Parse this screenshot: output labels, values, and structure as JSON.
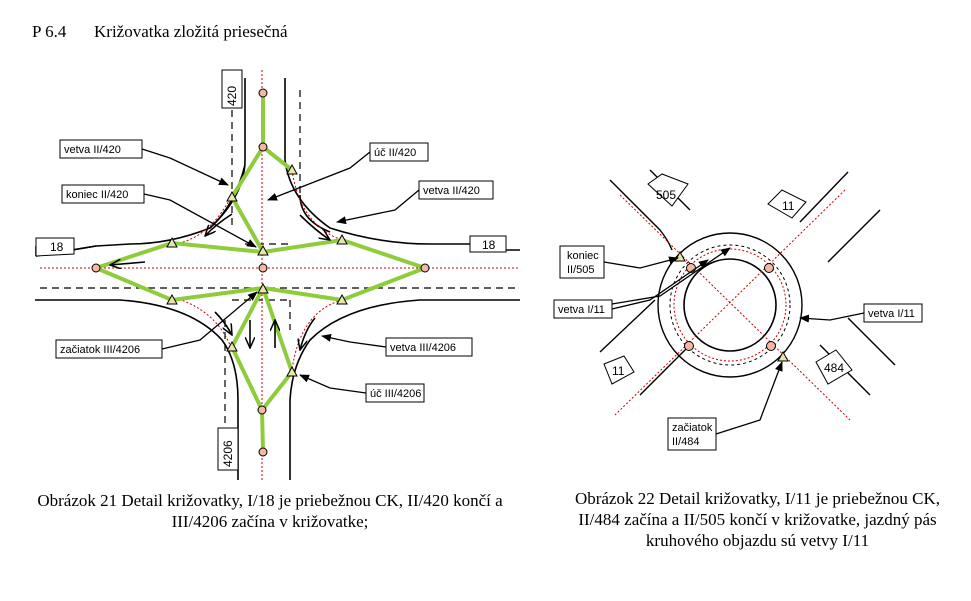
{
  "heading": {
    "number": "P 6.4",
    "title": "Križovatka zložitá priesečná"
  },
  "figure1": {
    "road_labels": {
      "top": "420",
      "bottom": "4206",
      "left": "18",
      "right": "18"
    },
    "callouts": {
      "vetva_420_left": "vetva II/420",
      "koniec_420": "koniec II/420",
      "uc_420": "úč II/420",
      "vetva_420_right": "vetva II/420",
      "zaciatok_4206": "začiatok III/4206",
      "vetva_4206": "vetva III/4206",
      "uc_4206": "úč III/4206"
    },
    "caption": "Obrázok 21 Detail križovatky, I/18 je priebežnou CK, II/420 končí a III/4206 začína v križovatke;"
  },
  "figure2": {
    "road_labels": {
      "top_left": "505",
      "top_right": "11",
      "bottom_left": "11",
      "bottom_right": "484"
    },
    "callouts": {
      "koniec_line1": "koniec",
      "koniec_line2": "II/505",
      "vetva_left": "vetva I/11",
      "vetva_right": "vetva I/11",
      "zaciatok_line1": "začiatok",
      "zaciatok_line2": "II/484"
    },
    "caption": "Obrázok 22 Detail križovatky, I/11 je priebežnou CK, II/484 začína a II/505 končí v križovatke, jazdný pás kruhového objazdu sú vetvy I/11"
  },
  "colors": {
    "axis": "#cc0000",
    "branch": "#8fcc3c",
    "node_fill": "#f4b7a0",
    "triangle_fill": "#e8e6a8"
  }
}
